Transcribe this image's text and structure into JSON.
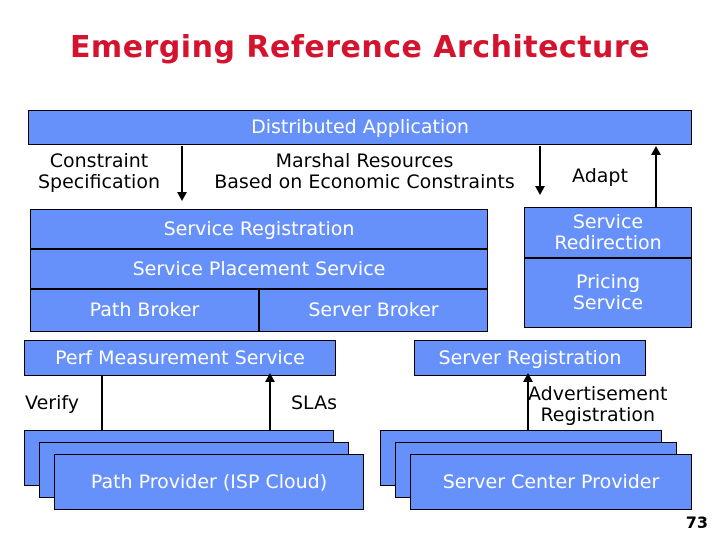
{
  "slide": {
    "title": "Emerging Reference Architecture",
    "page_number": "73",
    "colors": {
      "box_fill": "#6690FA",
      "box_text": "#FFFFFF",
      "box_border": "#000000",
      "title_red": "#D4142E",
      "label_text": "#000000",
      "background": "#FFFFFF"
    }
  },
  "layers": {
    "application_bar": {
      "label": "Distributed Application"
    },
    "interface_labels": {
      "constraint_specification": "Constraint\nSpecification",
      "marshal_resources": "Marshal Resources\nBased on Economic Constraints",
      "adapt": "Adapt"
    },
    "middle_stack": {
      "service_registration": "Service Registration",
      "service_placement_service": "Service Placement Service",
      "path_broker": "Path Broker",
      "server_broker": "Server Broker"
    },
    "right_column": {
      "service_redirection": "Service\nRedirection",
      "pricing_service": "Pricing\nService"
    },
    "measurement_row": {
      "perf_measurement_service": "Perf Measurement Service",
      "server_registration": "Server Registration"
    },
    "lower_labels": {
      "verify": "Verify",
      "slas": "SLAs",
      "advertisement_registration": "Advertisement\nRegistration"
    },
    "providers": {
      "path_provider": "Path Provider (ISP Cloud)",
      "server_center_provider": "Server Center Provider"
    }
  }
}
